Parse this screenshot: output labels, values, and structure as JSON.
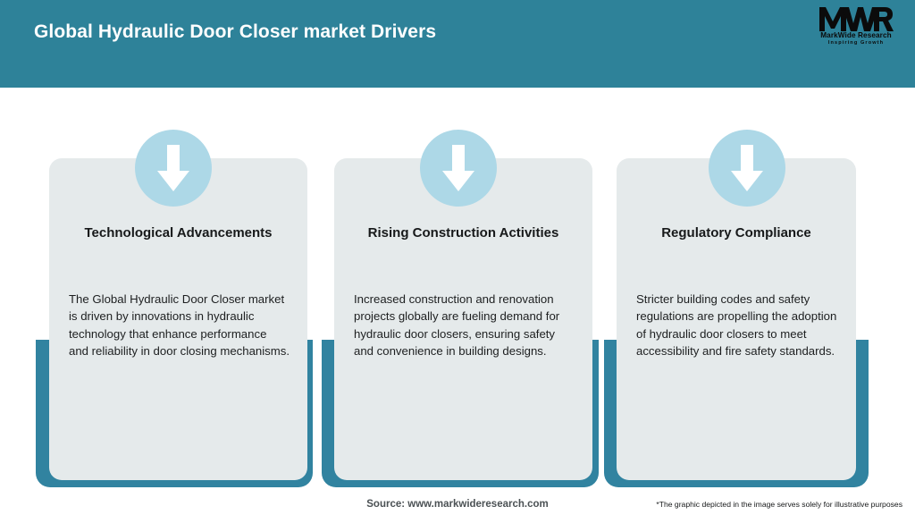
{
  "header": {
    "title": "Global Hydraulic Door Closer market Drivers",
    "background_color": "#2E8299",
    "title_color": "#FFFFFF"
  },
  "logo": {
    "monogram": "MWR",
    "name": "MarkWide Research",
    "tagline": "Inspiring Growth",
    "color": "#0B0B0B"
  },
  "theme": {
    "accent_teal": "#3183A0",
    "card_background": "#E5EAEB",
    "badge_blue": "#ADD8E7",
    "arrow_color": "#FFFFFF",
    "body_text_color": "#1D1F20"
  },
  "cards": [
    {
      "icon": "arrow-down-icon",
      "title": "Technological Advancements",
      "body": "The Global Hydraulic Door Closer market is driven by innovations in hydraulic technology that enhance performance and reliability in door closing mechanisms."
    },
    {
      "icon": "arrow-down-icon",
      "title": "Rising Construction Activities",
      "body": "Increased construction and renovation projects globally are fueling demand for hydraulic door closers, ensuring safety and convenience in building designs."
    },
    {
      "icon": "arrow-down-icon",
      "title": "Regulatory Compliance",
      "body": "Stricter building codes and safety regulations are propelling the adoption of hydraulic door closers to meet accessibility and fire safety standards."
    }
  ],
  "footer": {
    "source": "Source: www.markwideresearch.com",
    "disclaimer": "*The graphic depicted in the image serves solely for illustrative purposes"
  }
}
